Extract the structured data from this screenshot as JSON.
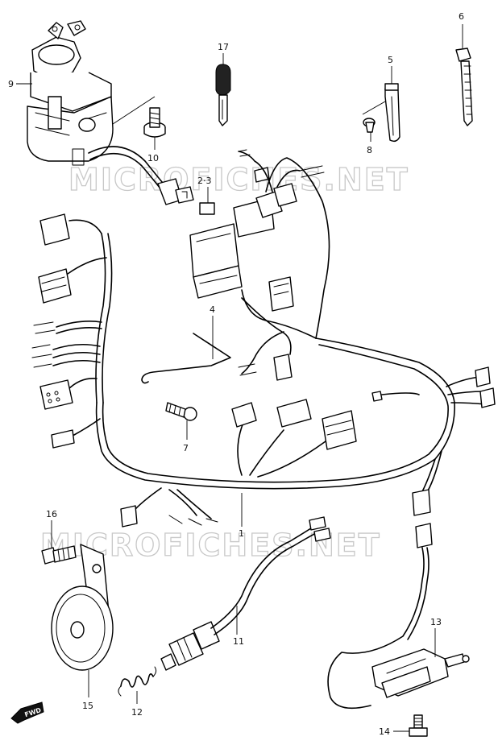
{
  "watermarks": [
    "MICROFICHES.NET",
    "MICROFICHES.NET"
  ],
  "direction_badge": "FWD",
  "callouts": {
    "wiring_harness": "1",
    "relay": "2·3",
    "bracket_wire": "4",
    "clamp": "5",
    "cable_tie": "6",
    "screw_7": "7",
    "screw_8": "8",
    "ignition_switch": "9",
    "bolt_10": "10",
    "brake_switch_cable": "11",
    "spring": "12",
    "sensor": "13",
    "bolt_14": "14",
    "horn": "15",
    "bolt_16": "16",
    "key": "17"
  }
}
